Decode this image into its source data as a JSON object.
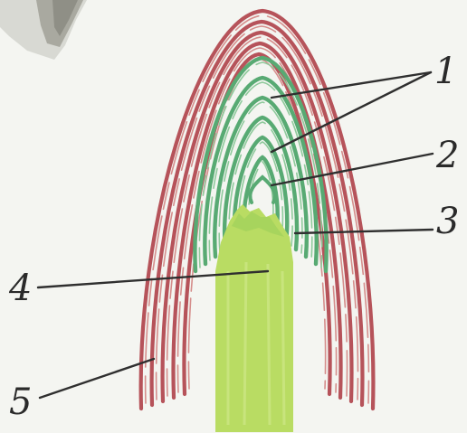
{
  "labels": [
    {
      "id": "1",
      "text": "1"
    },
    {
      "id": "2",
      "text": "2"
    },
    {
      "id": "3",
      "text": "3"
    },
    {
      "id": "4",
      "text": "4"
    },
    {
      "id": "5",
      "text": "5"
    }
  ],
  "colors": {
    "background": "#f4f5f1",
    "outer_scales": "#b6535a",
    "leaf_primordia": "#58aa73",
    "stem": "#b9dc63",
    "stem_tip": "#a5d35c",
    "leader_line": "#2f2f2f",
    "label_text": "#2a2a2a",
    "corner_shadow": "#8f8f86"
  },
  "parts": {
    "outer_scale_count": 5,
    "inner_leaf_layer_count": 6
  }
}
